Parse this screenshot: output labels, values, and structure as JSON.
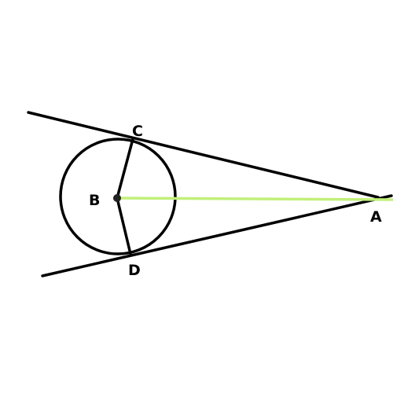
{
  "colors": {
    "stroke": "#000000",
    "highlight": "#c1f07a",
    "background": "#ffffff"
  },
  "points": {
    "A": "A",
    "B": "B",
    "C": "C",
    "D": "D"
  }
}
